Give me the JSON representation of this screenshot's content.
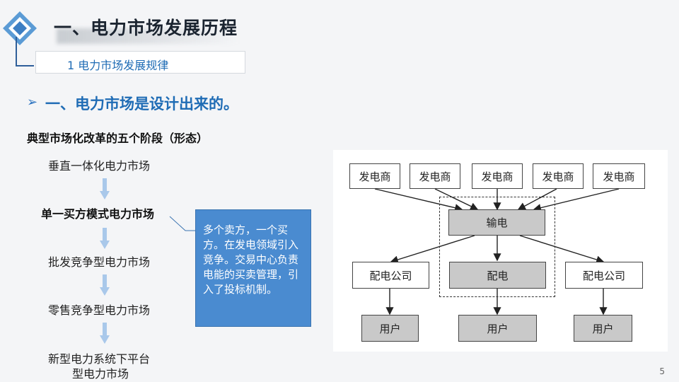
{
  "header": {
    "title": "一、电力市场发展历程",
    "subtitle": "1 电力市场发展规律"
  },
  "main": {
    "point_marker": "➢",
    "point_heading": "一、电力市场是设计出来的。",
    "stage_heading": "典型市场化改革的五个阶段（形态）",
    "stages": [
      "垂直一体化电力市场",
      "单一买方模式电力市场",
      "批发竞争型电力市场",
      "零售竞争型电力市场",
      "新型电力系统下平台",
      "型电力市场"
    ],
    "callout": "多个卖方，一个买方。在发电领域引入竞争。交易中心负责电能的买卖管理，引入了投标机制。"
  },
  "diagram": {
    "generators": [
      "发电商",
      "发电商",
      "发电商",
      "发电商",
      "发电商"
    ],
    "transmission": "输电",
    "distribution_company_left": "配电公司",
    "distribution": "配电",
    "distribution_company_right": "配电公司",
    "users": [
      "用户",
      "用户",
      "用户"
    ]
  },
  "footer": {
    "page_number": "5"
  },
  "colors": {
    "accent": "#1f6cb5",
    "callout_bg": "#4a8bd0",
    "box_gray": "#c9c9c9"
  }
}
